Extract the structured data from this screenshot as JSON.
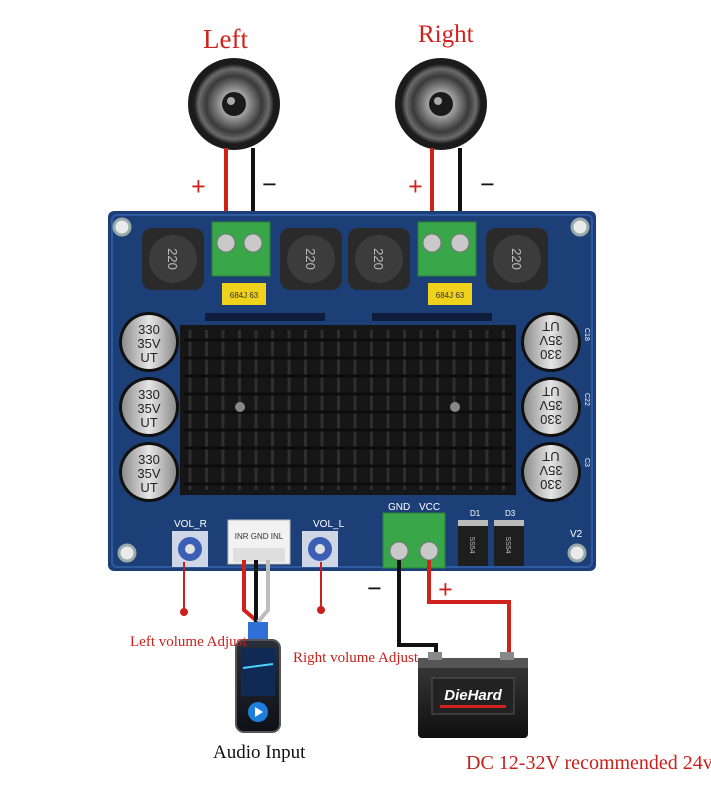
{
  "diagram": {
    "speaker_left": "Left",
    "speaker_right": "Right",
    "plus": "+",
    "minus": "−",
    "board": {
      "inductor_code": "220",
      "cap_value": "330",
      "cap_voltage": "35V",
      "cap_series": "UT",
      "vol_r": "VOL_R",
      "vol_l": "VOL_L",
      "gnd": "GND",
      "vcc": "VCC",
      "input_pins": "INR GND INL",
      "d1": "D1",
      "d3": "D3",
      "diode_code": "SS54",
      "version": "V2",
      "cap_labels": [
        "C18",
        "C22",
        "C3"
      ],
      "film_cap_code": "684J 63"
    },
    "left_volume_note": "Left volume Adjust",
    "right_volume_note": "Right volume Adjust",
    "audio_input_label": "Audio Input",
    "battery_brand": "DieHard",
    "power_label": "DC 12-32V recommended 24v",
    "colors": {
      "board_blue": "#1d3f78",
      "heatsink": "#1a1a1a",
      "terminal_green": "#3aa64a",
      "wire_red": "#d0221c",
      "wire_black": "#111111",
      "annotation_red": "#c8201a"
    }
  }
}
